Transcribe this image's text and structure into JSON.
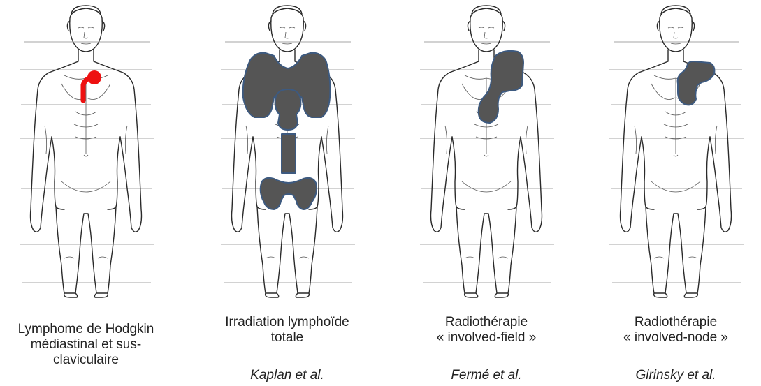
{
  "colors": {
    "tumor": "#ee1111",
    "field_fill": "#555555",
    "field_stroke": "#3d5a80",
    "outline": "#2a2a2a"
  },
  "panels": [
    {
      "caption": [
        "Lymphome de Hodgkin",
        "médiastinal et sus-",
        "claviculaire"
      ],
      "reference": ""
    },
    {
      "caption": [
        "Irradiation lymphoïde",
        "totale"
      ],
      "reference": "Kaplan et al."
    },
    {
      "caption": [
        "Radiothérapie",
        "« involved-field »"
      ],
      "reference": "Fermé et al."
    },
    {
      "caption": [
        "Radiothérapie",
        "« involved-node »"
      ],
      "reference": "Girinsky et al."
    }
  ]
}
